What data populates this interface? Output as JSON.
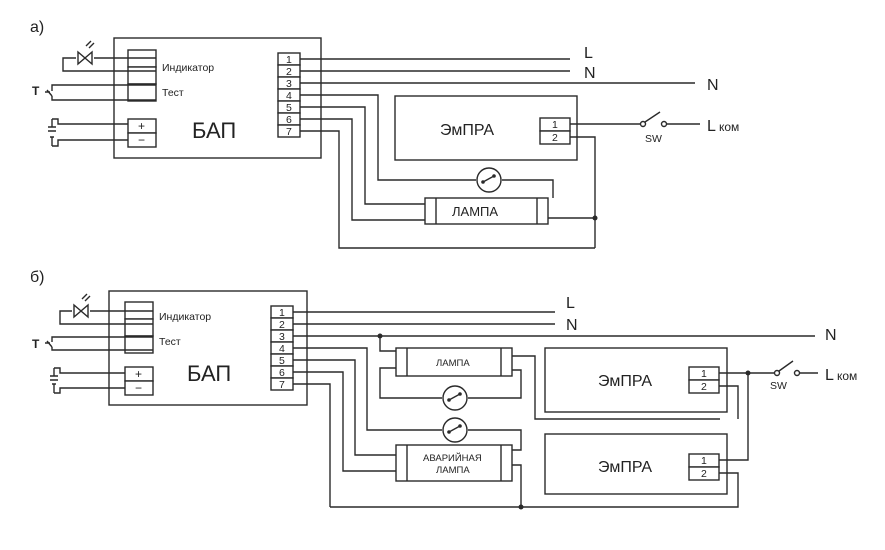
{
  "diagram_a": {
    "label": "а)",
    "bap": "БАП",
    "indicator": "Индикатор",
    "test": "Тест",
    "test_symbol": "T",
    "plus": "+",
    "minus": "−",
    "terminals": [
      "1",
      "2",
      "3",
      "4",
      "5",
      "6",
      "7"
    ],
    "line_L": "L",
    "line_N1": "N",
    "line_N2": "N",
    "empra": "ЭмПРА",
    "empra_terminals": [
      "1",
      "2"
    ],
    "lamp": "ЛАМПА",
    "switch": "SW",
    "lkom_main": "L",
    "lkom_sub": "ком"
  },
  "diagram_b": {
    "label": "б)",
    "bap": "БАП",
    "indicator": "Индикатор",
    "test": "Тест",
    "test_symbol": "T",
    "plus": "+",
    "minus": "−",
    "terminals": [
      "1",
      "2",
      "3",
      "4",
      "5",
      "6",
      "7"
    ],
    "line_L": "L",
    "line_N1": "N",
    "line_N2": "N",
    "lamp": "ЛАМПА",
    "emergency_lamp_line1": "АВАРИЙНАЯ",
    "emergency_lamp_line2": "ЛАМПА",
    "empra_top": "ЭмПРА",
    "empra_bottom": "ЭмПРА",
    "empra_terminals": [
      "1",
      "2"
    ],
    "switch": "SW",
    "lkom_main": "L",
    "lkom_sub": "ком"
  }
}
